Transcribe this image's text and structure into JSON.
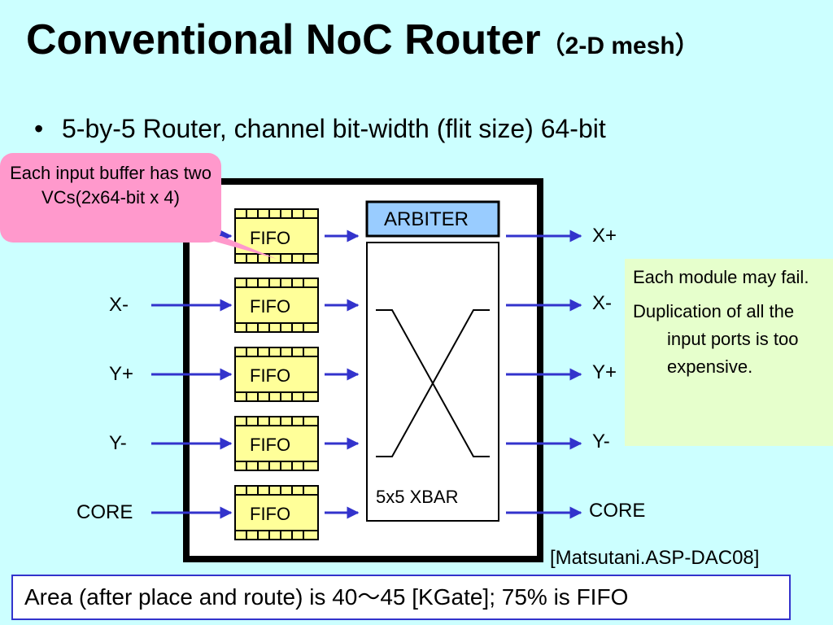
{
  "title": {
    "main": "Conventional NoC Router",
    "sub": "（2-D mesh）"
  },
  "bullet": {
    "marker": "•",
    "text": "5-by-5 Router, channel bit-width (flit size) 64-bit"
  },
  "callout": {
    "text": "Each input buffer has two VCs(2x64-bit x 4)"
  },
  "diagram": {
    "input_ports": [
      "X-",
      "Y+",
      "Y-",
      "CORE"
    ],
    "output_ports": [
      "X+",
      "X-",
      "Y+",
      "Y-",
      "CORE"
    ],
    "fifo_label": "FIFO",
    "arbiter_label": "ARBITER",
    "xbar_label": "5x5 XBAR"
  },
  "note": {
    "line1": "Each module may fail.",
    "line2": "Duplication of all the input ports is too expensive."
  },
  "citation": "[Matsutani.ASP-DAC08]",
  "area": {
    "text": "Area (after place and route) is 40～45 [KGate]; 75% is  FIFO"
  },
  "colors": {
    "background": "#ccffff",
    "arrow": "#3333cc",
    "fifo_fill": "#ffff99",
    "arbiter_fill": "#99ccff",
    "callout_fill": "#ff99cc",
    "note_fill": "#e6ffcc",
    "area_border": "#3333cc"
  }
}
